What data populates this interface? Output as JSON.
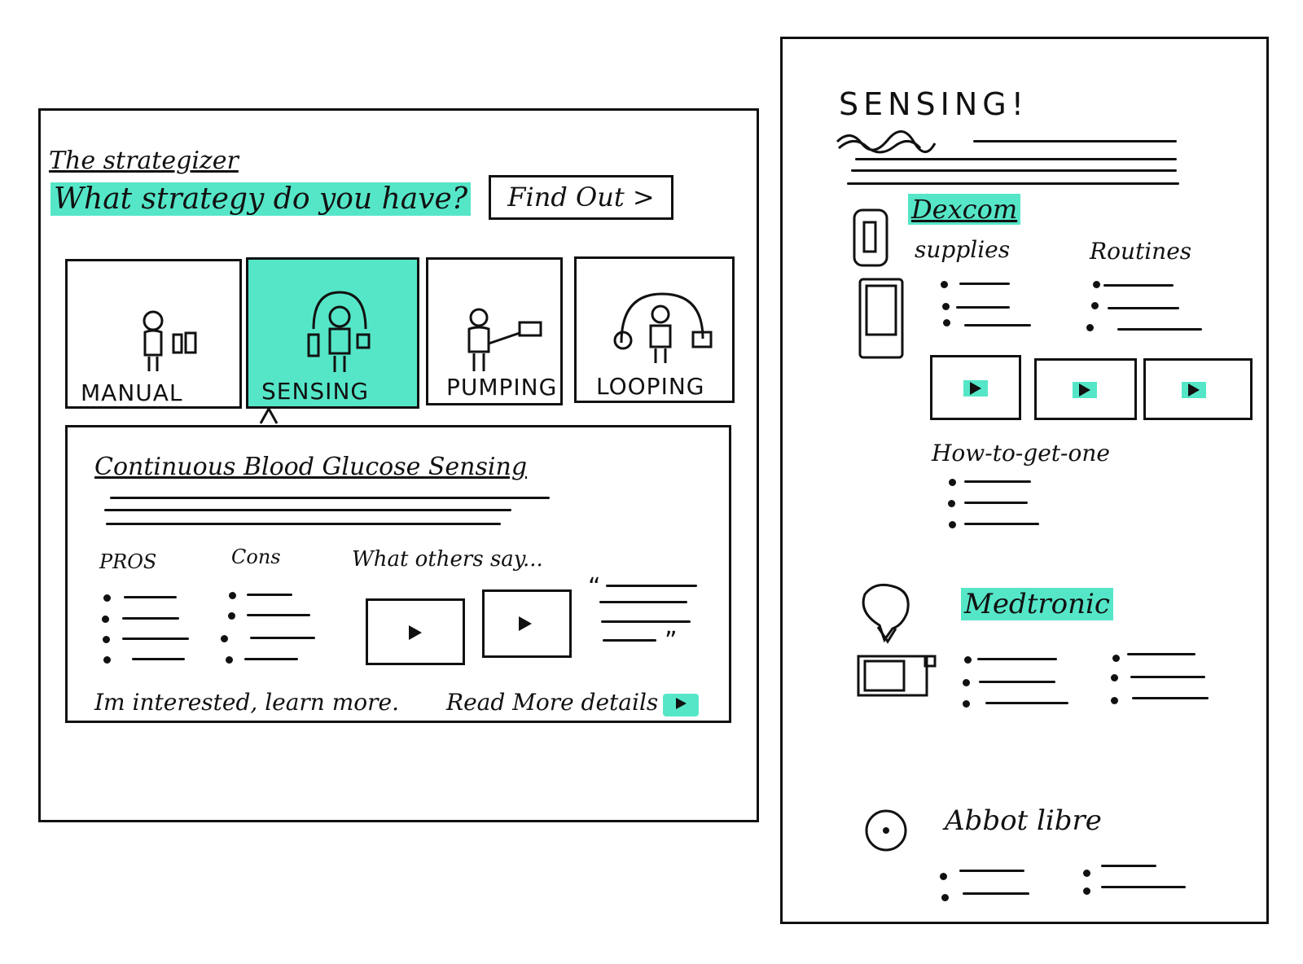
{
  "left_panel": {
    "title": "The strategizer",
    "question": "What strategy do you have?",
    "find_out_button": "Find Out >",
    "tiles": [
      {
        "label": "MANUAL",
        "selected": false
      },
      {
        "label": "SENSING",
        "selected": true
      },
      {
        "label": "PUMPING",
        "selected": false
      },
      {
        "label": "LOOPING",
        "selected": false
      }
    ],
    "detail": {
      "heading": "Continuous Blood Glucose Sensing",
      "pros_label": "PROS",
      "cons_label": "Cons",
      "others_label": "What others say...",
      "footer_interest": "Im interested, learn more.",
      "footer_read_more": "Read More details"
    }
  },
  "right_panel": {
    "title": "SENSING!",
    "sections": [
      {
        "name": "Dexcom",
        "highlighted": true,
        "col1": "supplies",
        "col2": "Routines",
        "how_to": "How-to-get-one"
      },
      {
        "name": "Medtronic",
        "highlighted": true
      },
      {
        "name": "Abbot libre",
        "highlighted": false
      }
    ]
  },
  "colors": {
    "accent": "#55e6c8",
    "ink": "#111111"
  }
}
